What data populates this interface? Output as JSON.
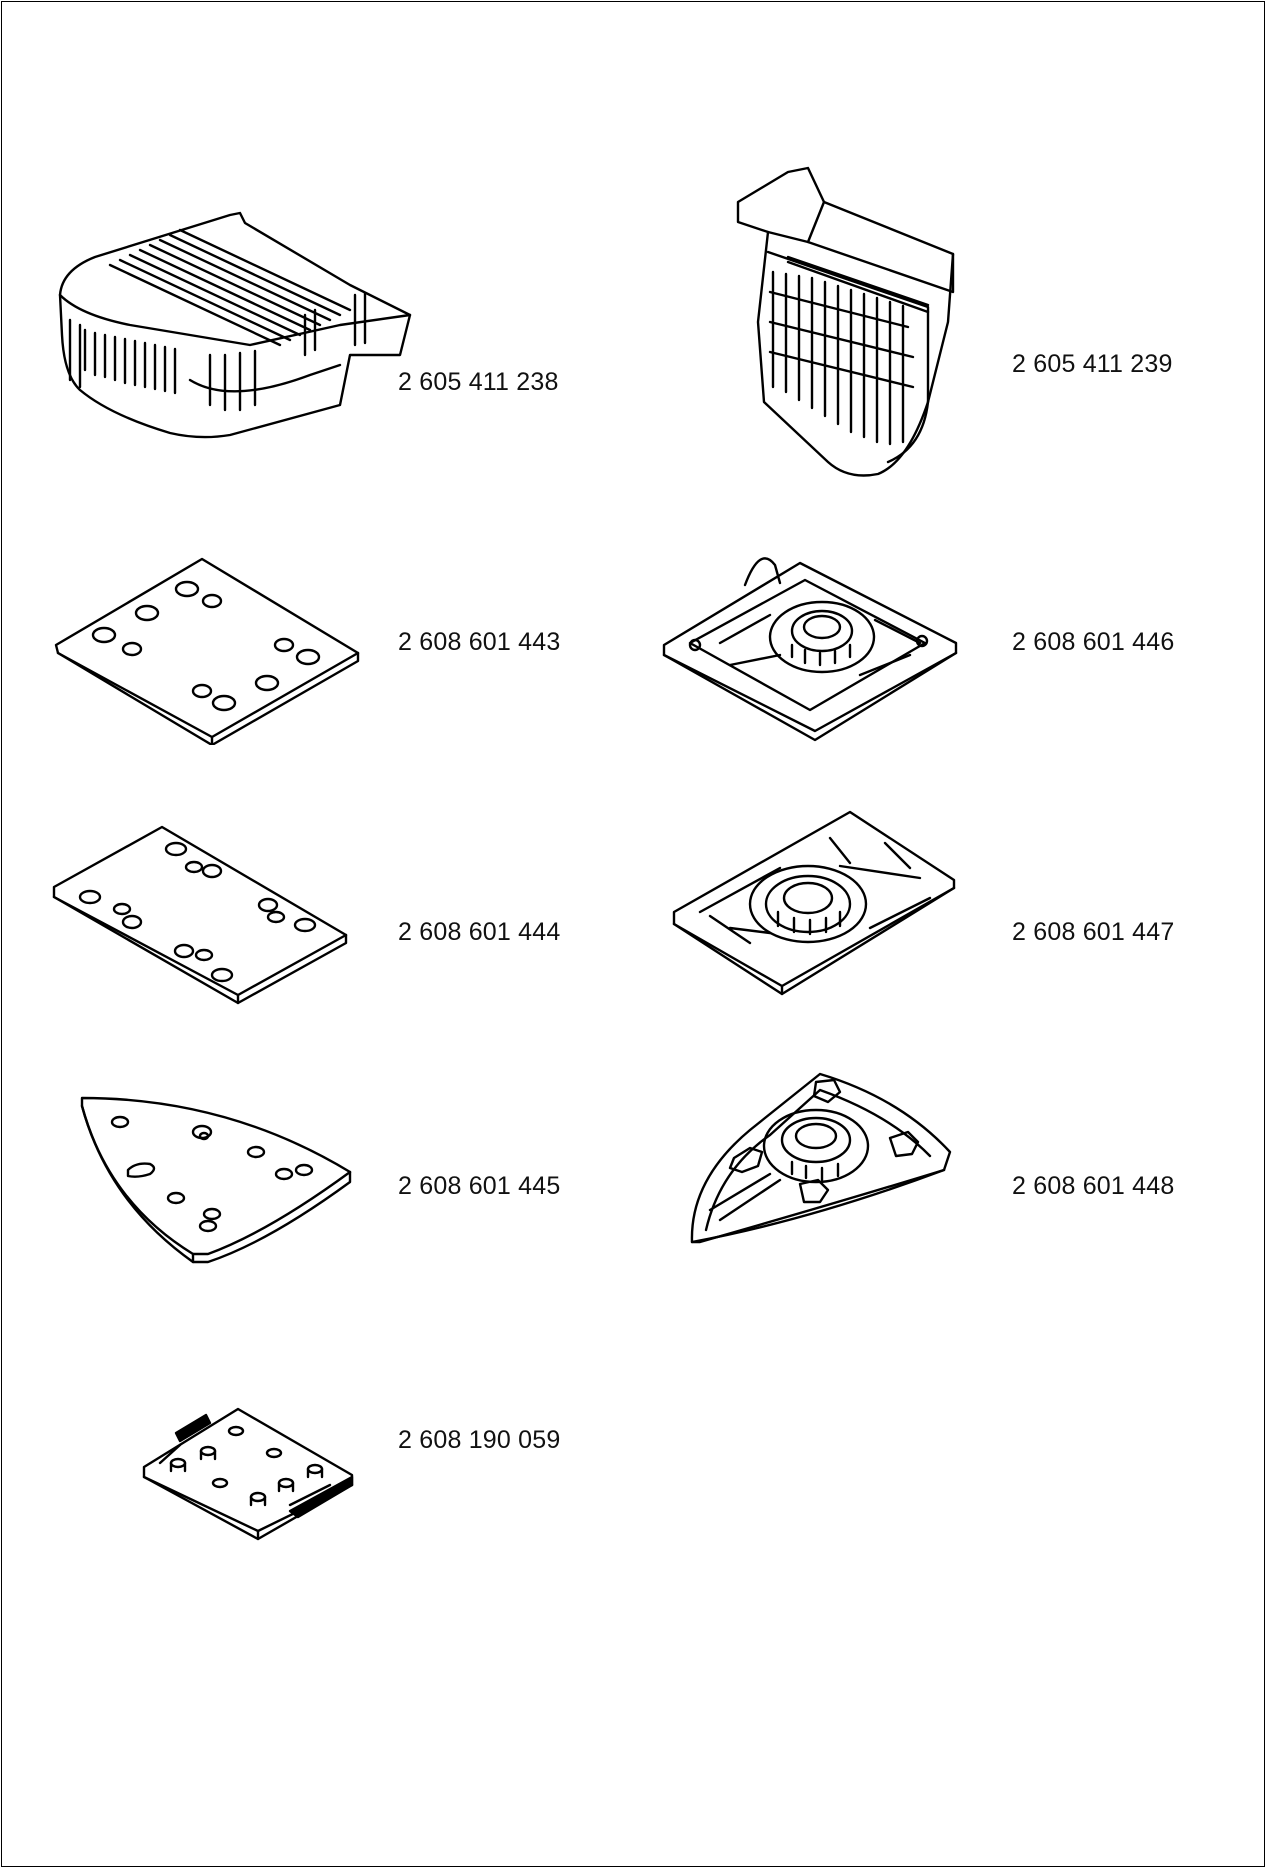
{
  "parts": [
    {
      "id": "dust-box",
      "icon": "dust-box-icon",
      "number": "2 605 411 238"
    },
    {
      "id": "dust-filter-cassette",
      "icon": "filter-cassette-icon",
      "number": "2 605 411 239"
    },
    {
      "id": "sanding-plate-a",
      "icon": "rect-sanding-plate-icon",
      "number": "2 608 601 443"
    },
    {
      "id": "sanding-plate-frame-a",
      "icon": "rect-plate-frame-icon",
      "number": "2 608 601 446"
    },
    {
      "id": "sanding-plate-b",
      "icon": "rect-sanding-plate-icon",
      "number": "2 608 601 444"
    },
    {
      "id": "sanding-plate-frame-b",
      "icon": "rect-plate-frame-icon",
      "number": "2 608 601 447"
    },
    {
      "id": "delta-plate",
      "icon": "delta-sanding-plate-icon",
      "number": "2 608 601 445"
    },
    {
      "id": "delta-plate-frame",
      "icon": "delta-plate-frame-icon",
      "number": "2 608 601 448"
    },
    {
      "id": "punch-plate",
      "icon": "perforator-plate-icon",
      "number": "2 608 190 059"
    }
  ]
}
